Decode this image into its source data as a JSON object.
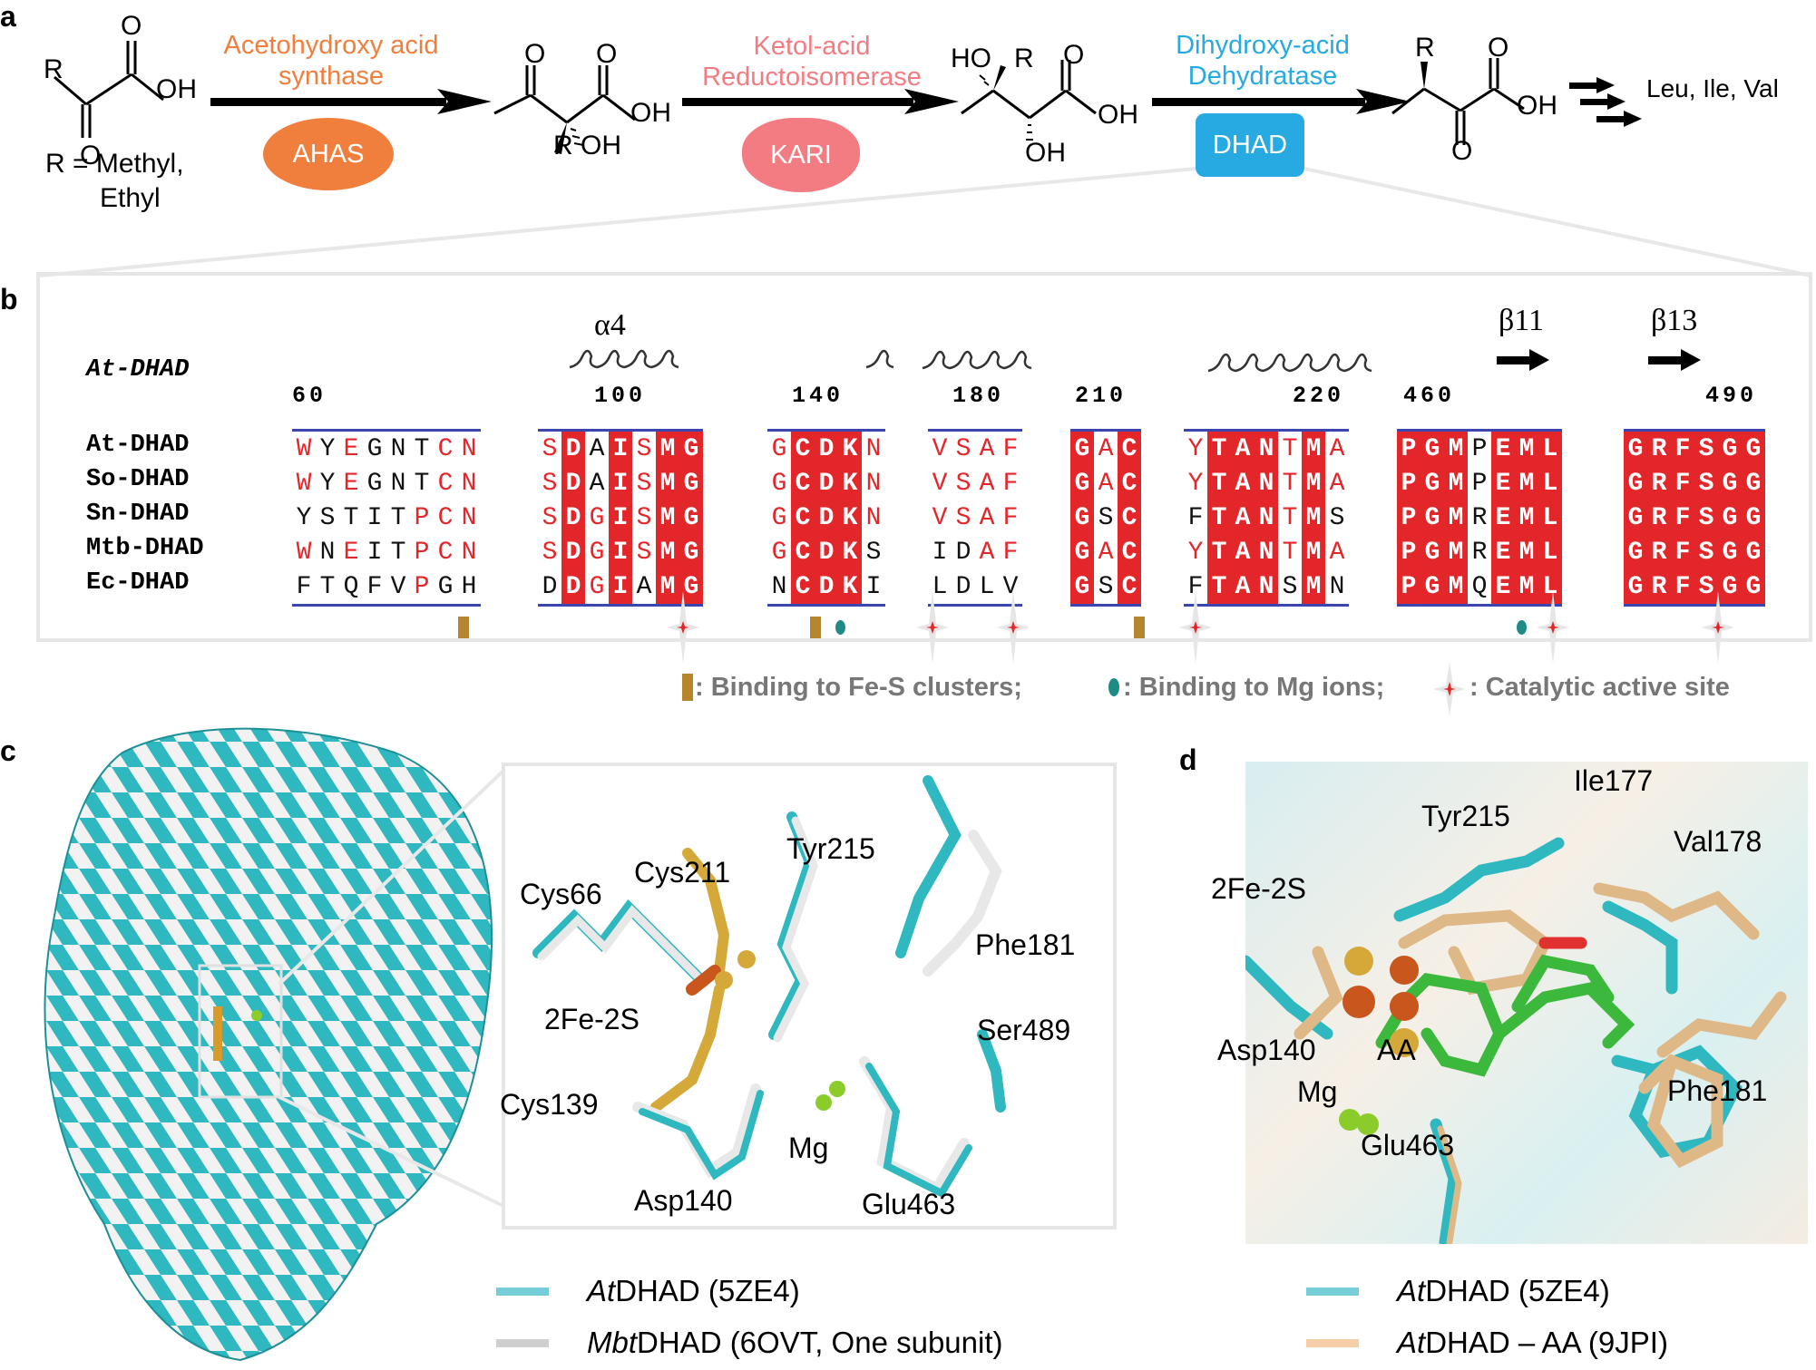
{
  "panels": {
    "a": "a",
    "b": "b",
    "c": "c",
    "d": "d"
  },
  "panel_a": {
    "substrate": {
      "r_label": "R",
      "o_top": "O",
      "o_bottom": "O",
      "oh": "OH",
      "caption_line1": "R = Methyl,",
      "caption_line2": "Ethyl"
    },
    "step1": {
      "enzyme_name_line1": "Acetohydroxy acid",
      "enzyme_name_line2": "synthase",
      "badge": "AHAS",
      "color": "#f07e3c"
    },
    "intermediate1": {
      "o1": "O",
      "o2": "O",
      "oh": "OH",
      "r": "R",
      "oh2": "OH"
    },
    "step2": {
      "enzyme_name_line1": "Ketol-acid",
      "enzyme_name_line2": "Reductoisomerase",
      "badge": "KARI",
      "color": "#f37c82"
    },
    "intermediate2": {
      "ho": "HO",
      "r": "R",
      "o": "O",
      "oh": "OH",
      "oh2": "OH"
    },
    "step3": {
      "enzyme_name_line1": "Dihydroxy-acid",
      "enzyme_name_line2": "Dehydratase",
      "badge": "DHAD",
      "color": "#27a9e1"
    },
    "product": {
      "r": "R",
      "o_top": "O",
      "o_bottom": "O",
      "oh": "OH"
    },
    "end_products": "Leu, Ile, Val"
  },
  "panel_b": {
    "structure_header": "At-DHAD",
    "secondary_structure": [
      {
        "label": "α4",
        "type": "helix"
      },
      {
        "label": "β11",
        "type": "strand"
      },
      {
        "label": "β13",
        "type": "strand"
      }
    ],
    "position_ticks": [
      "60",
      "100",
      "140",
      "180",
      "210",
      "220",
      "460",
      "490"
    ],
    "sequences": [
      {
        "name": "At-DHAD",
        "blocks": [
          "WYEGNTCN",
          "SDAISMG",
          "GCDKN",
          "VSAF",
          "GAC",
          "YTANTMA",
          "PGMPEML",
          "GRFSGG"
        ]
      },
      {
        "name": "So-DHAD",
        "blocks": [
          "WYEGNTCN",
          "SDAISMG",
          "GCDKN",
          "VSAF",
          "GAC",
          "YTANTMA",
          "PGMPEML",
          "GRFSGG"
        ]
      },
      {
        "name": "Sn-DHAD",
        "blocks": [
          "YSTITPCN",
          "SDGISMG",
          "GCDKN",
          "VSAF",
          "GSC",
          "FTANTMS",
          "PGMREML",
          "GRFSGG"
        ]
      },
      {
        "name": "Mtb-DHAD",
        "blocks": [
          "WNEITPCN",
          "SDGISMG",
          "GCDKS",
          "IDAF",
          "GAC",
          "YTANTMA",
          "PGMREML",
          "GRFSGG"
        ]
      },
      {
        "name": "Ec-DHAD",
        "blocks": [
          "FTQFVPGH",
          "DDGIAMG",
          "NCDKI",
          "LDLV",
          "GSC",
          "FTANSMN",
          "PGMQEML",
          "GRFSGG"
        ]
      }
    ],
    "legend": {
      "fes": ": Binding to Fe-S clusters;",
      "mg": ": Binding to Mg ions;",
      "cat": ": Catalytic active site",
      "fes_color": "#b5862d",
      "mg_color": "#1f8b86",
      "cat_color": "#e3262a"
    }
  },
  "panel_c": {
    "labels": [
      "Cys66",
      "Cys211",
      "Tyr215",
      "Phe181",
      "2Fe-2S",
      "Ser489",
      "Cys139",
      "Mg",
      "Asp140",
      "Glu463"
    ],
    "legend": [
      {
        "italic": "At",
        "rest": "DHAD (5ZE4)",
        "color": "#76cfd8"
      },
      {
        "italic": "Mbt",
        "rest": "DHAD (6OVT, One subunit)",
        "color": "#cfcfcf"
      }
    ]
  },
  "panel_d": {
    "labels": [
      "Tyr215",
      "Ile177",
      "Val178",
      "2Fe-2S",
      "AA",
      "Asp140",
      "Mg",
      "Phe181",
      "Glu463"
    ],
    "legend": [
      {
        "italic": "At",
        "rest": "DHAD (5ZE4)",
        "color": "#76cfd8"
      },
      {
        "italic": "At",
        "rest": "DHAD – AA (9JPI)",
        "color": "#f6cfa8"
      }
    ]
  },
  "colors": {
    "cyan": "#2fb8bf",
    "white_cartoon": "#e8e8e8",
    "wheat": "#deb887",
    "ligand_green": "#3cb83c",
    "oxygen": "#e03030",
    "nitrogen": "#2b3fb5",
    "sulfur": "#e4b83a",
    "iron": "#c8561d",
    "mg": "#8ccc2a"
  }
}
